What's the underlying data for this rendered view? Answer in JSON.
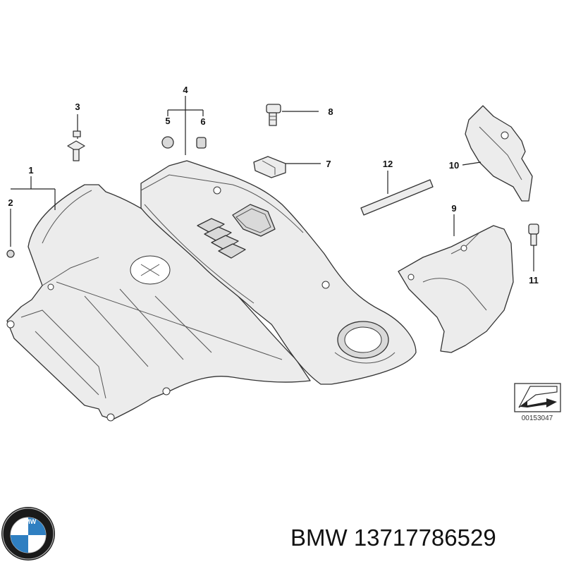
{
  "diagram": {
    "part_labels": {
      "p1": "1",
      "p2": "2",
      "p3": "3",
      "p4": "4",
      "p5": "5",
      "p6": "6",
      "p7": "7",
      "p8": "8",
      "p9": "9",
      "p10": "10",
      "p11": "11",
      "p12": "12"
    },
    "reference_code": "00153047"
  },
  "logo": {
    "brand_text": "BMW"
  },
  "caption": {
    "text": "BMW 13717786529"
  },
  "colors": {
    "line": "#333333",
    "fill": "#ececec",
    "logo_blue": "#2f7fc1"
  }
}
